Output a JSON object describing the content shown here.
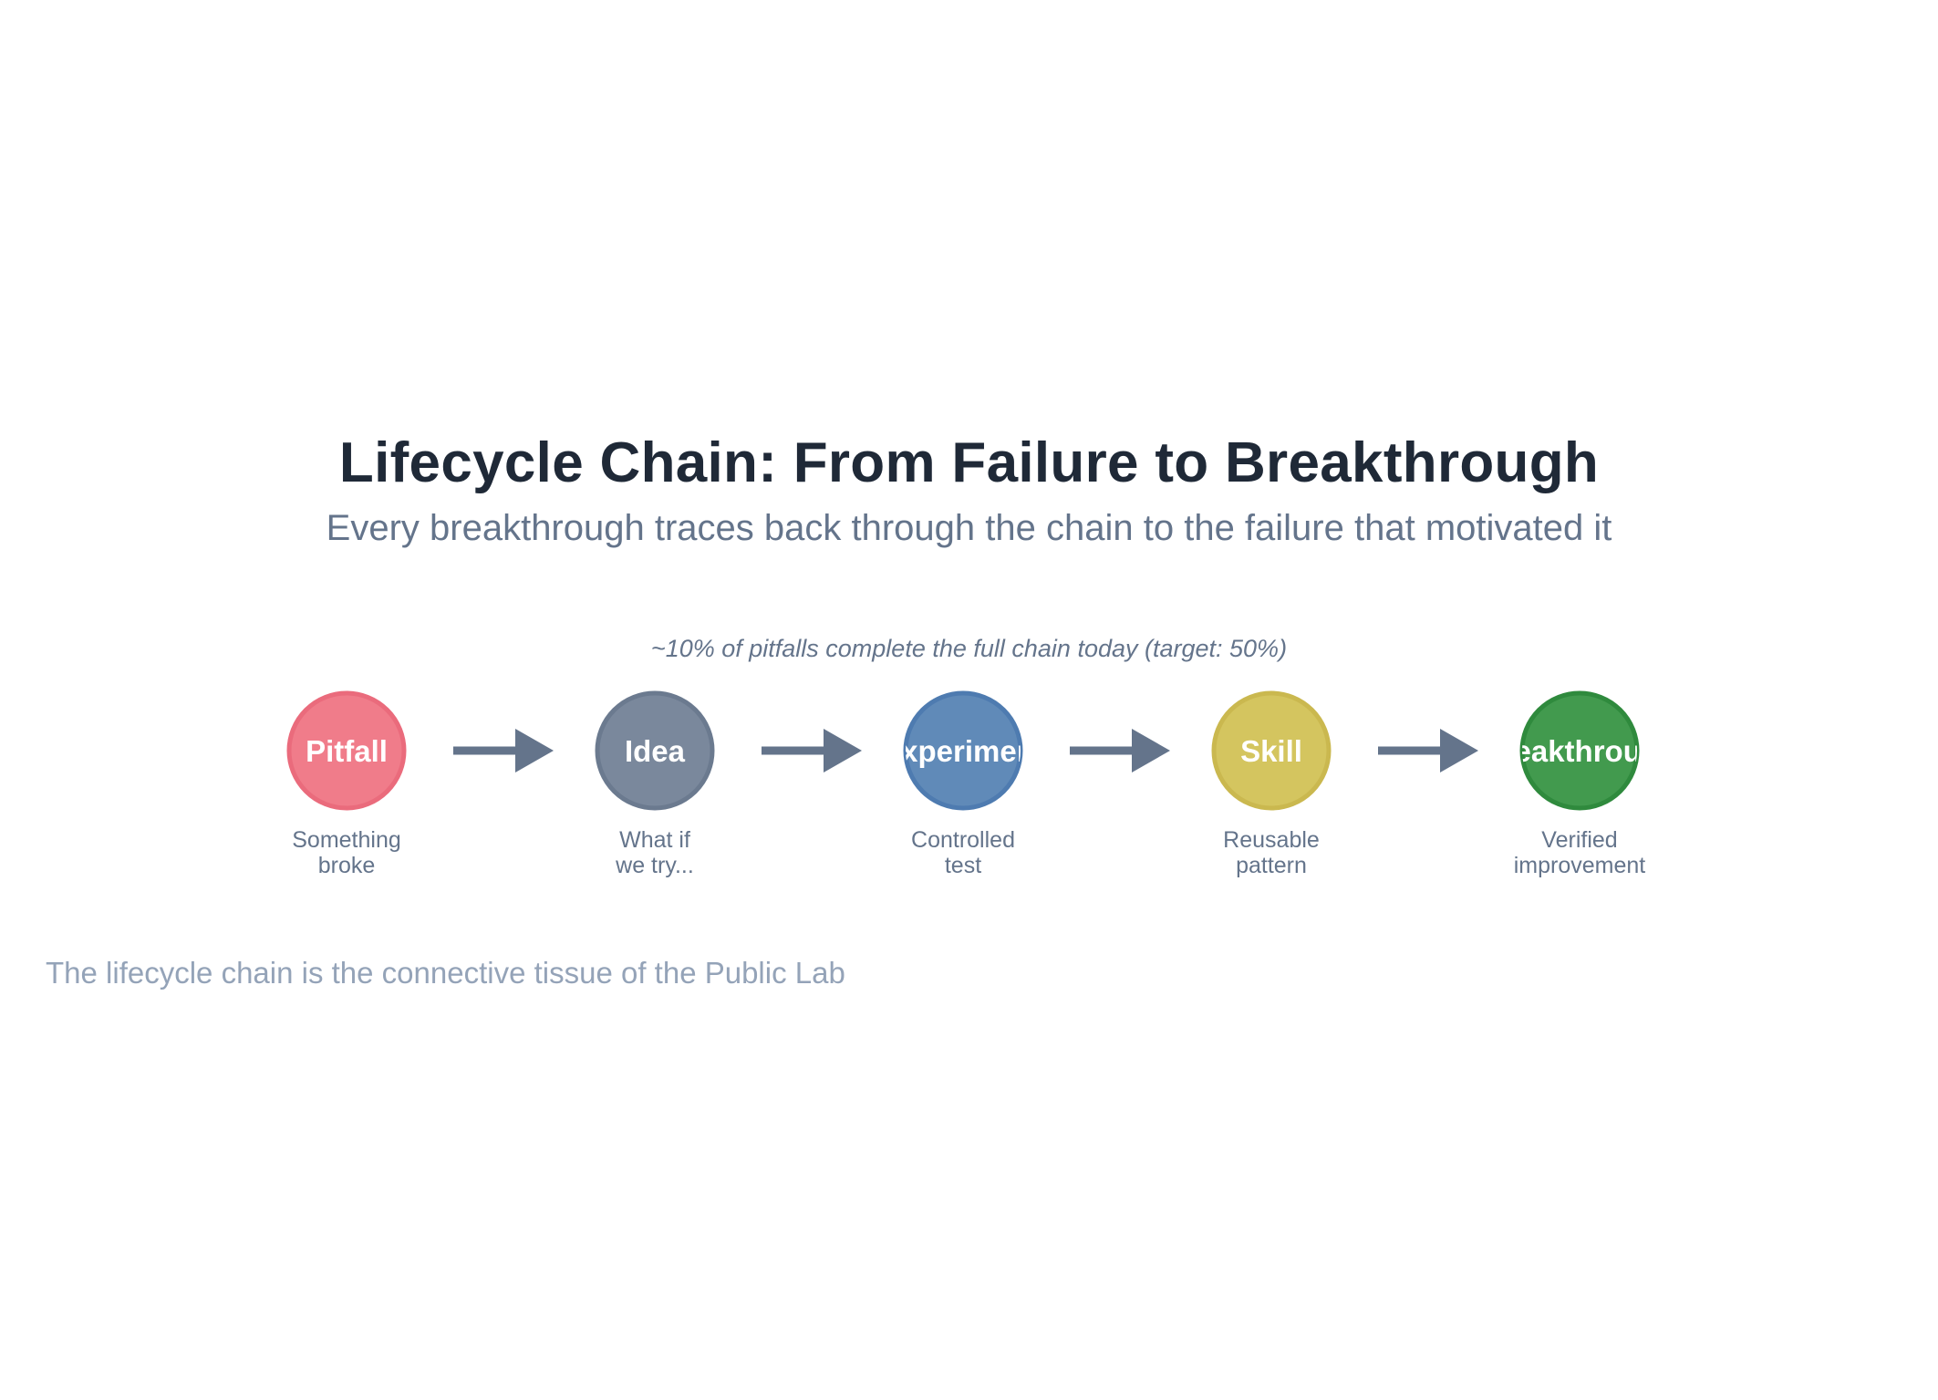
{
  "header": {
    "title": "Lifecycle Chain: From Failure to Breakthrough",
    "subtitle": "Every breakthrough traces back through the chain to the failure that motivated it"
  },
  "annotation": "~10% of pitfalls complete the full chain today (target: 50%)",
  "footer": "The lifecycle chain is the connective tissue of the Public Lab",
  "arrow_color": "#64748b",
  "stages": [
    {
      "label": "Pitfall",
      "desc": [
        "Something",
        "broke"
      ],
      "fill": "#f07c8a",
      "stroke": "#ea6b7c"
    },
    {
      "label": "Idea",
      "desc": [
        "What if",
        "we try..."
      ],
      "fill": "#7a889c",
      "stroke": "#6b7a8f"
    },
    {
      "label": "Experiment",
      "desc": [
        "Controlled",
        "test"
      ],
      "fill": "#608ab8",
      "stroke": "#4e7bb0"
    },
    {
      "label": "Skill",
      "desc": [
        "Reusable",
        "pattern"
      ],
      "fill": "#d4c55f",
      "stroke": "#cab84f"
    },
    {
      "label": "Breakthrough",
      "desc": [
        "Verified",
        "improvement"
      ],
      "fill": "#429a4e",
      "stroke": "#2f8a3d"
    }
  ]
}
